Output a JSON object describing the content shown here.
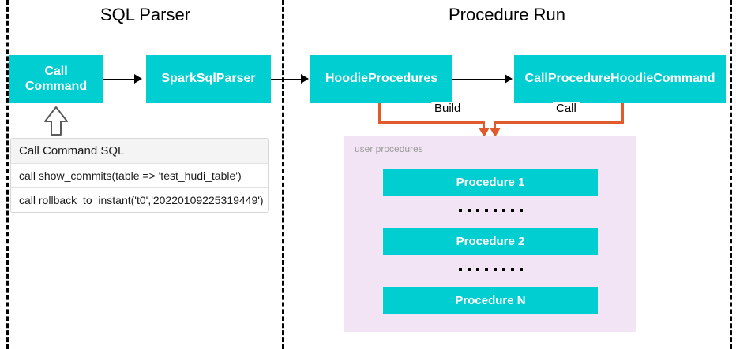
{
  "sections": [
    {
      "id": "sql-parser",
      "title": "SQL Parser"
    },
    {
      "id": "procedure-run",
      "title": "Procedure Run"
    }
  ],
  "nodes": {
    "call_command": "Call\nCommand",
    "spark_sql_parser": "SparkSqlParser",
    "hoodie_procedures": "HoodieProcedures",
    "call_procedure_hoodie_command": "CallProcedureHoodieCommand"
  },
  "edge_labels": {
    "build": "Build",
    "call": "Call"
  },
  "sql_table": {
    "header": "Call Command SQL",
    "rows": [
      "call show_commits(table => 'test_hudi_table')",
      "call rollback_to_instant('t0','20220109225319449')"
    ]
  },
  "procedures_panel": {
    "label": "user procedures",
    "items": [
      {
        "name": "Procedure 1"
      },
      {
        "name": "Procedure 2"
      },
      {
        "name": "Procedure N"
      }
    ],
    "ellipsis_dots": 8
  },
  "colors": {
    "node_fill": "#00CED1",
    "node_text": "#FFFFFF",
    "panel_fill": "#F2E4F5",
    "panel_label": "#9A9A9A",
    "orange_connector": "#E05A2B",
    "arrow_black": "#000000",
    "divider": "#000000",
    "table_header_fill": "#F4F4F4",
    "canvas": "#FFFFFF"
  }
}
